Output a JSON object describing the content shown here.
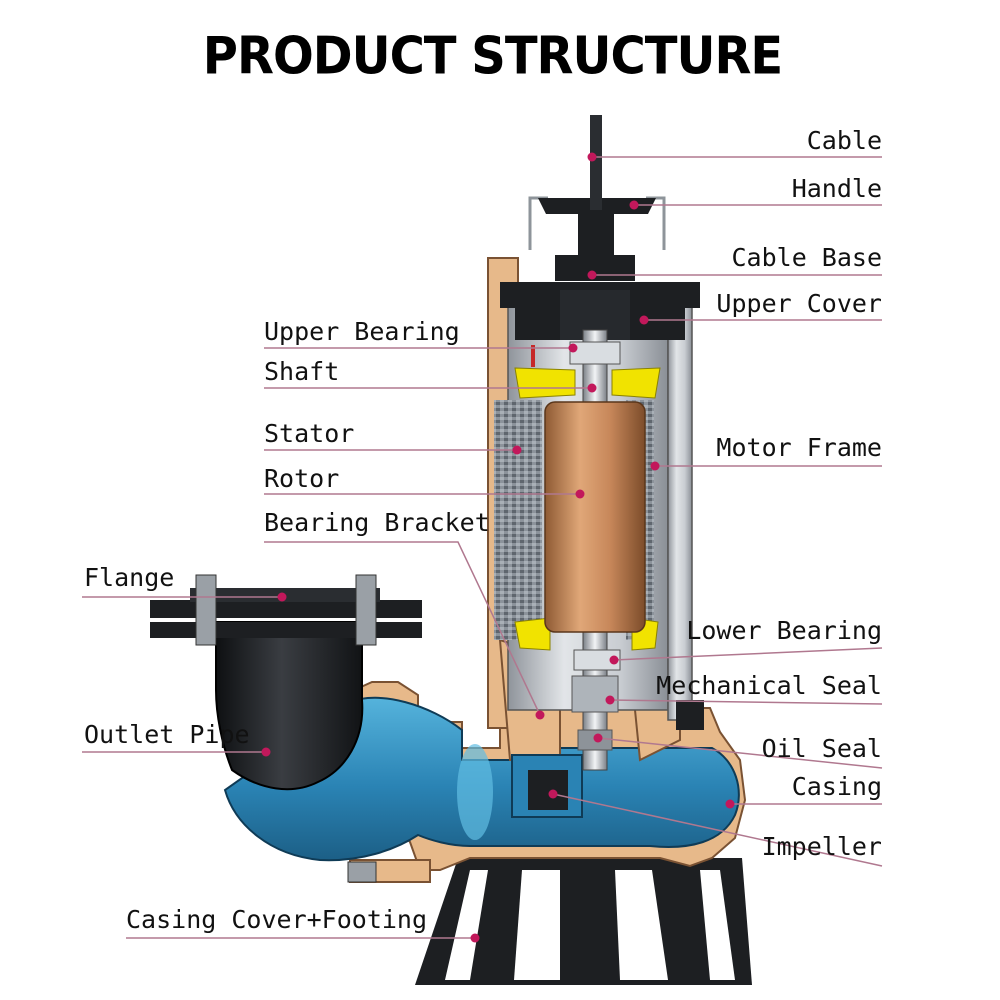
{
  "title": "PRODUCT STRUCTURE",
  "colors": {
    "leader_line": "#b0788f",
    "dot": "#c2185b",
    "casing_bronze": "#e7b98a",
    "pump_blue": "#2f86b3",
    "motor_gray": "#b8bcc2",
    "rotor_copper": "#c88a57",
    "bracket_yellow": "#f1e300",
    "cast_black": "#1d1f22"
  },
  "labels": {
    "cable": "Cable",
    "handle": "Handle",
    "cable_base": "Cable Base",
    "upper_cover": "Upper Cover",
    "upper_bearing": "Upper Bearing",
    "shaft": "Shaft",
    "stator": "Stator",
    "motor_frame": "Motor Frame",
    "rotor": "Rotor",
    "bearing_bracket": "Bearing Bracket",
    "flange": "Flange",
    "lower_bearing": "Lower Bearing",
    "mechanical_seal": "Mechanical Seal",
    "outlet_pipe": "Outlet Pipe",
    "oil_seal": "Oil Seal",
    "casing": "Casing",
    "impeller": "Impeller",
    "casing_cover_footing": "Casing Cover+Footing"
  }
}
